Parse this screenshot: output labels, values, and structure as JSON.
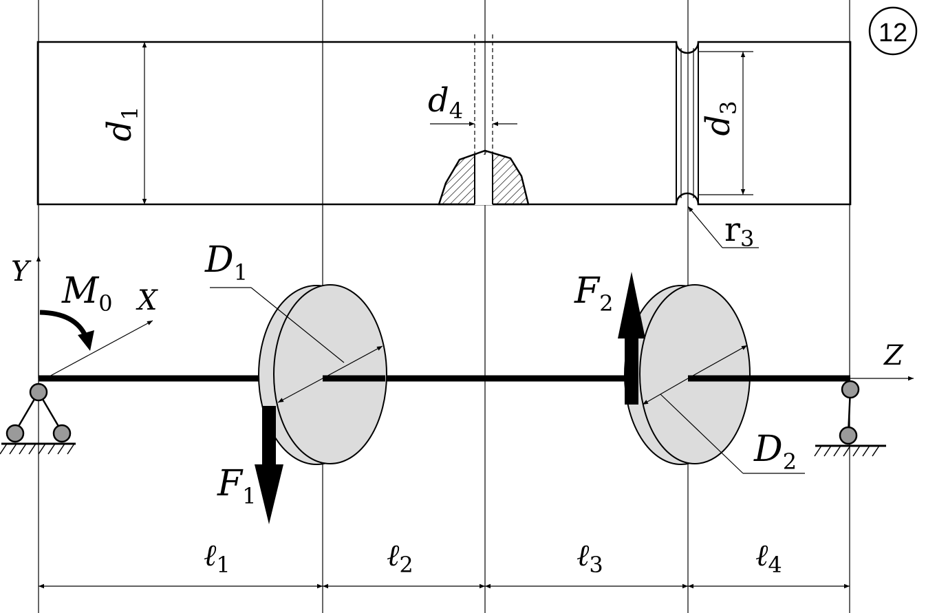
{
  "badge": {
    "number": "12"
  },
  "labels": {
    "d1": {
      "main": "d",
      "sub": "1"
    },
    "d3": {
      "main": "d",
      "sub": "3"
    },
    "d4": {
      "main": "d",
      "sub": "4"
    },
    "r3": {
      "main": "r",
      "sub": "3"
    },
    "D1": {
      "main": "D",
      "sub": "1"
    },
    "D2": {
      "main": "D",
      "sub": "2"
    },
    "F1": {
      "main": "F",
      "sub": "1"
    },
    "F2": {
      "main": "F",
      "sub": "2"
    },
    "M0": {
      "main": "M",
      "sub": "0"
    },
    "axis_x": "X",
    "axis_y": "Y",
    "axis_z": "Z",
    "l1": {
      "main": "ℓ",
      "sub": "1"
    },
    "l2": {
      "main": "ℓ",
      "sub": "2"
    },
    "l3": {
      "main": "ℓ",
      "sub": "3"
    },
    "l4": {
      "main": "ℓ",
      "sub": "4"
    }
  }
}
